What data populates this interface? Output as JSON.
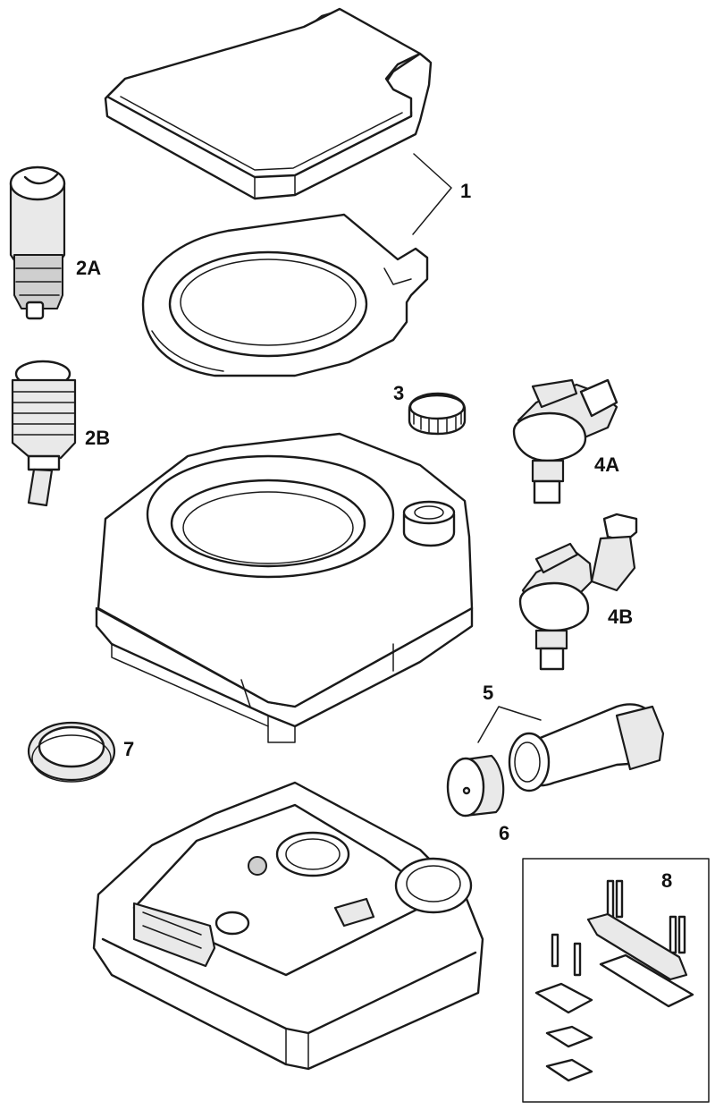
{
  "labels": {
    "l1": "1",
    "l2a": "2A",
    "l2b": "2B",
    "l3": "3",
    "l4a": "4A",
    "l4b": "4B",
    "l5": "5",
    "l6": "6",
    "l7": "7",
    "l8": "8"
  },
  "colors": {
    "line": "#1a1a1a",
    "background": "#ffffff"
  }
}
